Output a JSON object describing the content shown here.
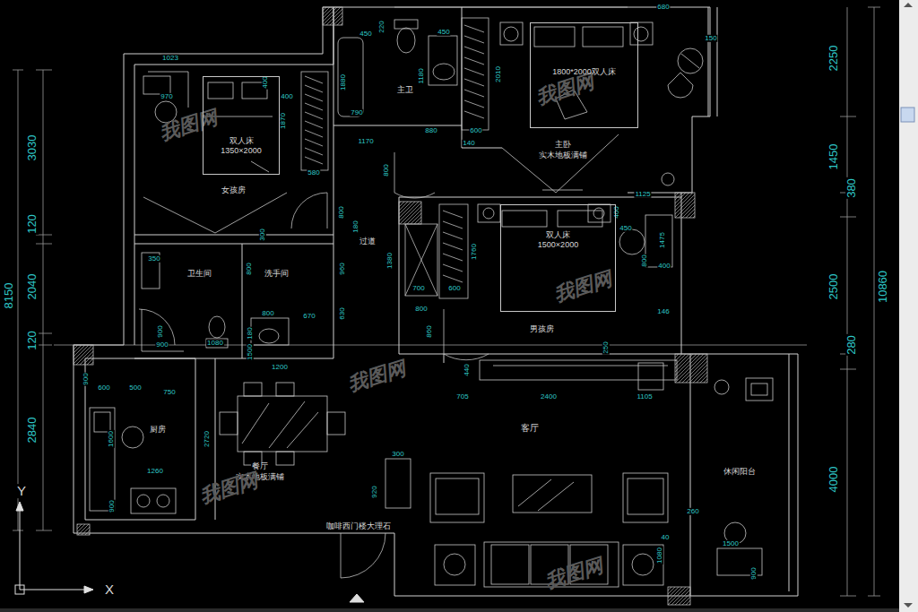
{
  "diagram": {
    "nodes": [
      {
        "text": [
          "双人床",
          "1350×2000"
        ]
      },
      {
        "text": [
          "1800*2000双人床"
        ]
      },
      {
        "text": [
          "双人床",
          "1500×2000"
        ]
      }
    ],
    "labels": [
      "1023",
      "970",
      "400",
      "400",
      "1870",
      "580",
      "450",
      "220",
      "450",
      "1180",
      "1880",
      "790",
      "1170",
      "880",
      "140",
      "600",
      "2010",
      "680",
      "150",
      "800",
      "800",
      "180",
      "300",
      "1125",
      "400",
      "450",
      "1475",
      "800",
      "400",
      "1380",
      "1760",
      "700",
      "600",
      "800",
      "860",
      "146",
      "250",
      "440",
      "705",
      "2400",
      "1105",
      "960",
      "630",
      "800",
      "800",
      "670",
      "1200",
      "180",
      "1500",
      "1080",
      "350",
      "900",
      "900",
      "600",
      "500",
      "750",
      "900",
      "1260",
      "1600",
      "2720",
      "900",
      "300",
      "920",
      "260",
      "40",
      "1500",
      "1080",
      "900",
      "3030",
      "120",
      "2040",
      "8150",
      "120",
      "2840",
      "2250",
      "1450",
      "380",
      "2500",
      "280",
      "10860",
      "4000",
      "女孩房",
      "卫生间",
      "洗手间",
      "主卫",
      "主卧",
      "实木地板满铺",
      "男孩房",
      "过道",
      "厨房",
      "餐厅",
      "实木地板满铺",
      "客厅",
      "休闲阳台",
      "咖啡西门楼大理石",
      "Y",
      "X",
      "我图网",
      "我图网",
      "我图网",
      "我图网",
      "我图网",
      "我图网"
    ]
  }
}
